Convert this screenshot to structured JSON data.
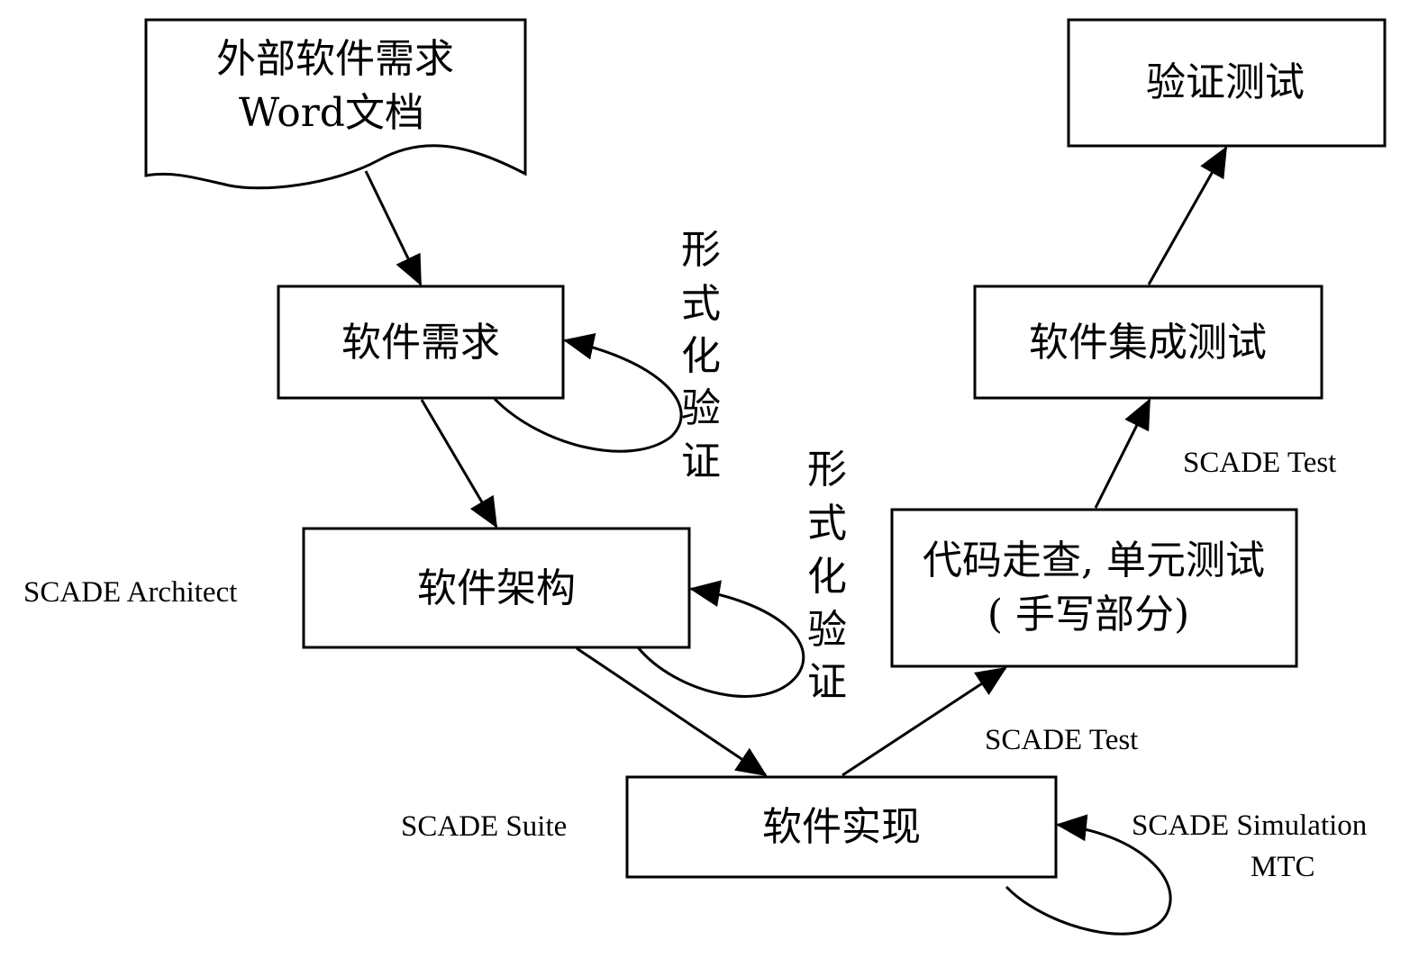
{
  "nodes": {
    "external_req_line1": "外部软件需求",
    "external_req_line2": "Word文档",
    "software_req": "软件需求",
    "software_arch": "软件架构",
    "software_impl": "软件实现",
    "code_review_line1": "代码走查, 单元测试",
    "code_review_line2": "( 手写部分)",
    "integration_test": "软件集成测试",
    "verification_test": "验证测试"
  },
  "loop_labels": {
    "formal_verification_1": [
      "形",
      "式",
      "化",
      "验",
      "证"
    ],
    "formal_verification_2": [
      "形",
      "式",
      "化",
      "验",
      "证"
    ]
  },
  "tool_labels": {
    "scade_architect": "SCADE Architect",
    "scade_suite": "SCADE Suite",
    "scade_test_lower": "SCADE Test",
    "scade_test_upper": "SCADE Test",
    "scade_simulation_line1": "SCADE Simulation",
    "scade_simulation_line2": "MTC"
  }
}
